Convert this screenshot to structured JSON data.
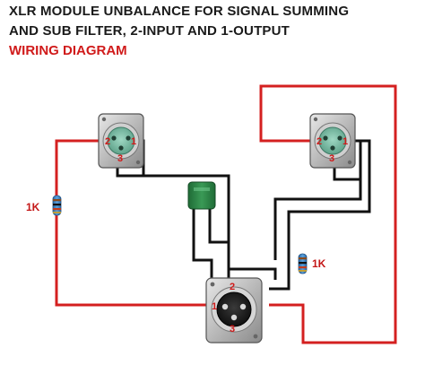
{
  "title": {
    "line1": "XLR MODULE UNBALANCE FOR SIGNAL SUMMING",
    "line2": "AND SUB FILTER, 2-INPUT AND 1-OUTPUT"
  },
  "subtitle": "WIRING DIAGRAM",
  "resistor_left": {
    "label": "1K"
  },
  "resistor_right": {
    "label": "1K"
  },
  "input_left": {
    "pins": [
      "2",
      "1",
      "3"
    ]
  },
  "input_right": {
    "pins": [
      "2",
      "1",
      "3"
    ]
  },
  "output": {
    "pins": [
      "2",
      "1",
      "3"
    ]
  },
  "colors": {
    "signal_wire": "#d42020",
    "ground_wire": "#111111",
    "capacitor": "#2f8a4a",
    "resistor": "#3a7fc4"
  }
}
